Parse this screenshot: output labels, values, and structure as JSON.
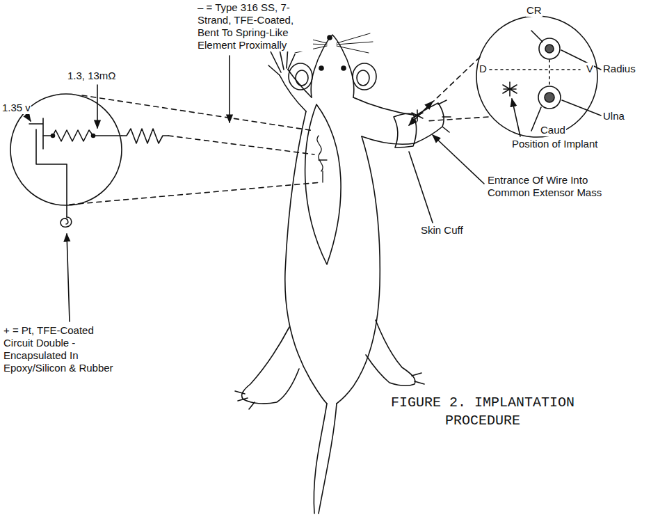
{
  "diagram": {
    "caption": "FIGURE 2. IMPLANTATION PROCEDURE",
    "labels": [
      "– = Type 316 SS, 7-Strand, TFE-Coated, Bent To Spring-Like Element Proximally",
      "1.3, 13mΩ",
      "1.35 v",
      "+ = Pt, TFE-Coated Circuit Double - Encapsulated In Epoxy/Silicon & Rubber",
      "CR",
      "D",
      "V",
      "Radius",
      "Ulna",
      "Caud",
      "Position of Implant",
      "Entrance Of Wire Into Common Extensor Mass",
      "Skin Cuff"
    ]
  }
}
